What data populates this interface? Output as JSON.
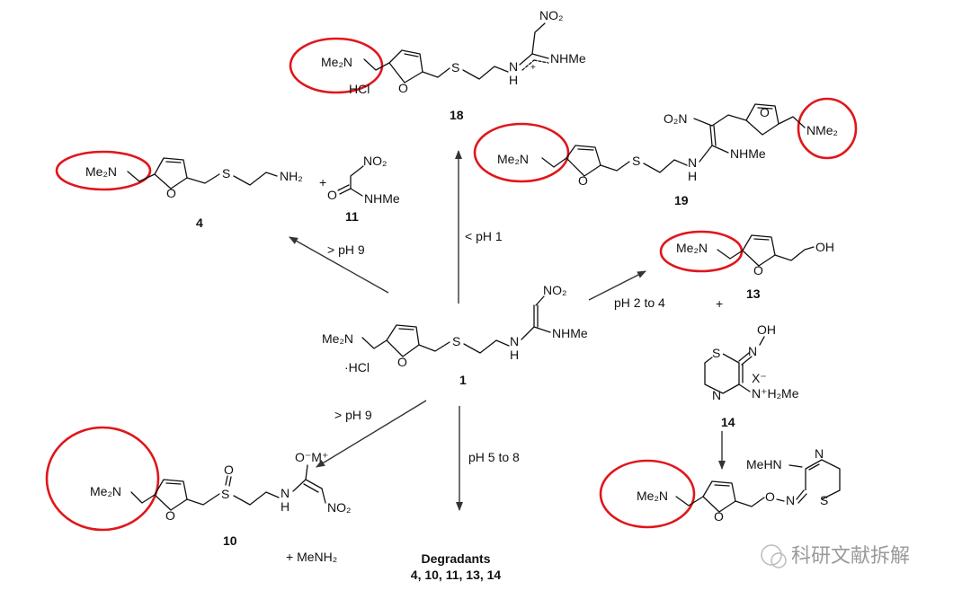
{
  "compounds": {
    "c18": {
      "number": "18",
      "nme2": "Me₂N",
      "hcl": "HCl",
      "no2": "NO₂",
      "nhme": "NHMe",
      "h": "H",
      "n": "N",
      "o": "O",
      "s": "S",
      "plus": "+"
    },
    "c19": {
      "number": "19",
      "nme2_left": "Me₂N",
      "nme2_right": "NMe₂",
      "no2": "O₂N",
      "nhme": "NHMe",
      "h": "H",
      "n": "N",
      "o": "O",
      "s": "S"
    },
    "c4": {
      "number": "4",
      "nme2": "Me₂N",
      "nh2": "NH₂",
      "o": "O",
      "s": "S"
    },
    "c11": {
      "number": "11",
      "plus": "+",
      "no2": "NO₂",
      "o": "O",
      "nhme": "NHMe"
    },
    "c1": {
      "number": "1",
      "nme2": "Me₂N",
      "hcl": "·HCl",
      "no2": "NO₂",
      "nhme": "NHMe",
      "h": "H",
      "n": "N",
      "o": "O",
      "s": "S"
    },
    "c13": {
      "number": "13",
      "nme2": "Me₂N",
      "oh": "OH",
      "o": "O",
      "plus": "+"
    },
    "c14": {
      "number": "14",
      "oh": "OH",
      "n_ox": "N",
      "s": "S",
      "n_ring": "N",
      "x": "X⁻",
      "nh": "N⁺H₂Me"
    },
    "c10": {
      "number": "10",
      "nme2": "Me₂N",
      "om": "O⁻M⁺",
      "o_s": "O",
      "s": "S",
      "no2": "NO₂",
      "h": "H",
      "n": "N",
      "o": "O",
      "extra": "+ MeNH₂"
    },
    "product": {
      "nme2": "Me₂N",
      "meh": "MeHN",
      "n": "N",
      "o": "O",
      "s": "S",
      "on": "O",
      "nn": "N"
    }
  },
  "conditions": {
    "up": "< pH 1",
    "upper_left": "> pH 9",
    "right": "pH 2 to 4",
    "lower_left": "> pH 9",
    "down": "pH 5 to 8"
  },
  "degradants": {
    "title": "Degradants",
    "list": "4, 10, 11, 13, 14"
  },
  "watermark": {
    "text": "科研文献拆解"
  },
  "colors": {
    "highlight": "#e0161b",
    "ink": "#111111"
  }
}
